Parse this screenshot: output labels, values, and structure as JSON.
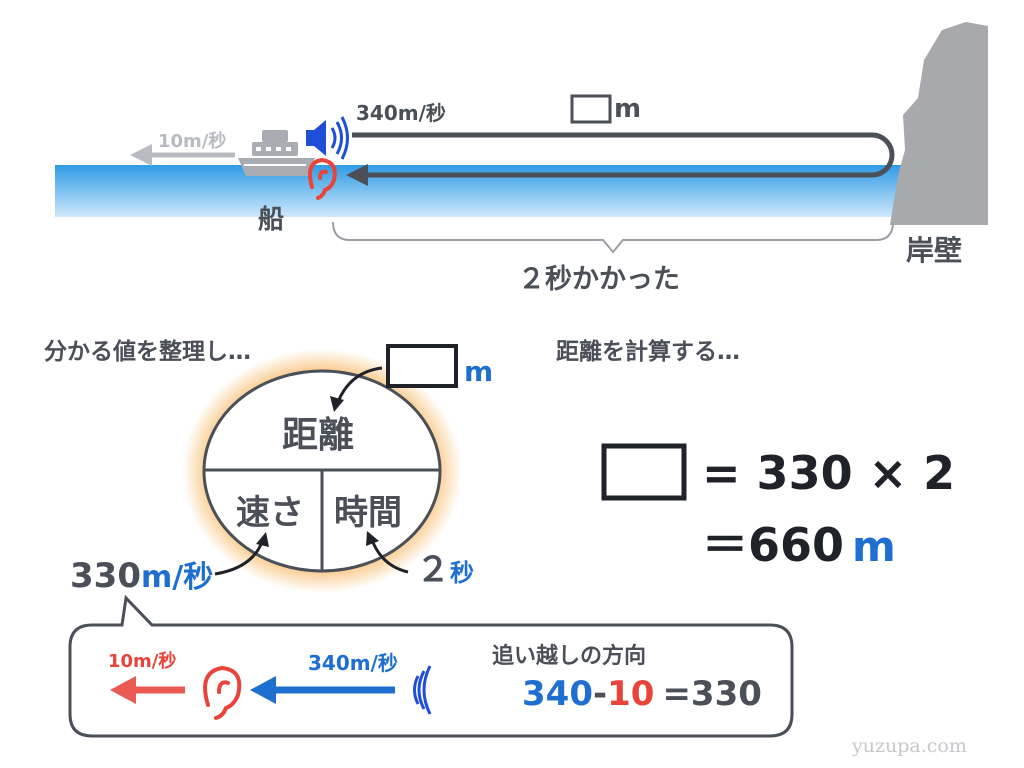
{
  "top": {
    "ship_speed": "10m/秒",
    "sound_speed": "340m/秒",
    "distance_unit": "m",
    "ship_label": "船",
    "wall_label": "岸壁",
    "elapsed": "２秒かかった"
  },
  "left": {
    "heading": "分かる値を整理し…",
    "box_unit": "m",
    "circle": {
      "distance": "距離",
      "speed": "速さ",
      "time": "時間"
    },
    "speed_value": "330",
    "speed_unit": "m/秒",
    "time_value": "２",
    "time_unit": "秒"
  },
  "bubble": {
    "slow_speed": "10m/秒",
    "fast_speed": "340m/秒",
    "title": "追い越しの方向",
    "calc_a": "340",
    "calc_minus": "-",
    "calc_b": "10",
    "calc_result": "=330"
  },
  "right": {
    "heading": "距離を計算する…",
    "eq1": "= 330 × 2",
    "eq2_prefix": "＝660",
    "eq2_unit": "m"
  },
  "watermark": "yuzupa.com",
  "colors": {
    "gray": "#4a4f58",
    "blue": "#1e6fd0",
    "red": "#e8443a",
    "light_gray": "#b8bcc2"
  }
}
